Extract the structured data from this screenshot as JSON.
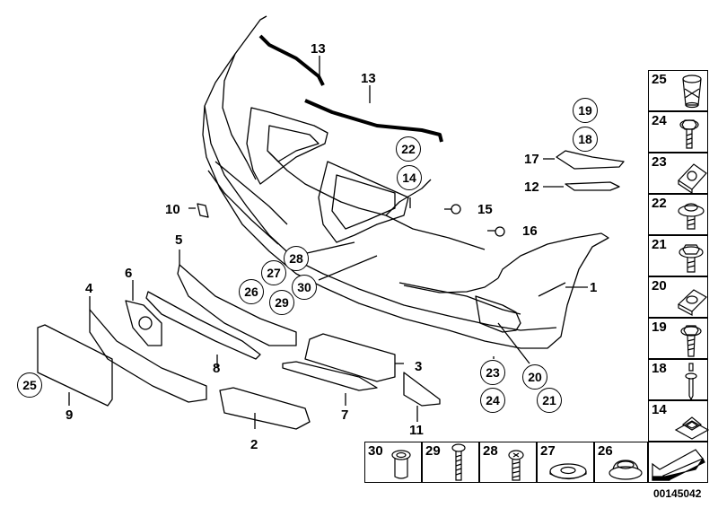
{
  "diagram": {
    "title": "Front bumper trim panel parts diagram",
    "reference_number": "00145042",
    "callouts": {
      "c1": "1",
      "c2": "2",
      "c3": "3",
      "c4": "4",
      "c5": "5",
      "c6": "6",
      "c7": "7",
      "c8": "8",
      "c9": "9",
      "c10": "10",
      "c11": "11",
      "c12": "12",
      "c13a": "13",
      "c13b": "13",
      "c15": "15",
      "c16": "16",
      "c17": "17"
    },
    "circled": {
      "c14": "14",
      "c18": "18",
      "c19": "19",
      "c20": "20",
      "c21": "21",
      "c22": "22",
      "c23": "23",
      "c24": "24",
      "c25": "25",
      "c26": "26",
      "c27": "27",
      "c28": "28",
      "c29": "29",
      "c30": "30"
    },
    "hardware_column": [
      {
        "num": "25",
        "icon": "expanding-nut-icon"
      },
      {
        "num": "24",
        "icon": "hex-screw-icon"
      },
      {
        "num": "23",
        "icon": "speed-nut-icon"
      },
      {
        "num": "22",
        "icon": "torx-washer-screw-icon"
      },
      {
        "num": "21",
        "icon": "hex-flange-screw-icon"
      },
      {
        "num": "20",
        "icon": "clip-nut-icon"
      },
      {
        "num": "19",
        "icon": "hex-tapping-screw-icon"
      },
      {
        "num": "18",
        "icon": "pin-screw-icon"
      },
      {
        "num": "14",
        "icon": "square-nut-icon"
      },
      {
        "num": "",
        "icon": "navigation-arrow-icon"
      }
    ],
    "hardware_row": [
      {
        "num": "30",
        "icon": "rivet-nut-icon"
      },
      {
        "num": "29",
        "icon": "pan-head-screw-icon"
      },
      {
        "num": "28",
        "icon": "phillips-screw-icon"
      },
      {
        "num": "27",
        "icon": "washer-icon"
      },
      {
        "num": "26",
        "icon": "cap-icon"
      }
    ]
  }
}
